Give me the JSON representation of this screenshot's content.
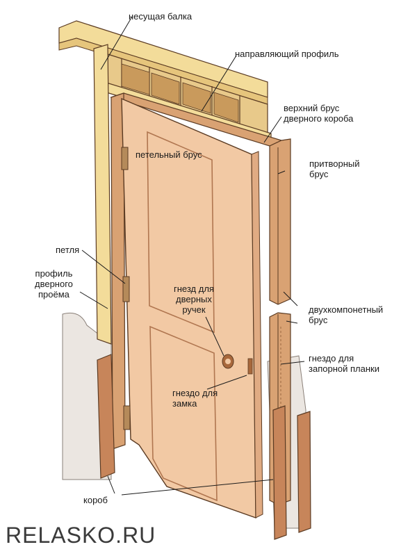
{
  "diagram": {
    "labels": {
      "beam": "несущая балка",
      "guide_profile": "направляющий профиль",
      "top_bar": "верхний брус\nдверного короба",
      "hinge_bar": "петельный брус",
      "rebate_bar": "притворный\nбрус",
      "hinge": "петля",
      "opening_profile": "профиль\nдверного\nпроёма",
      "handle_socket": "гнезд для\nдверных\nручек",
      "two_part_bar": "двухкомпонетный\nбрус",
      "strike_socket": "гнездо для\nзапорной планки",
      "lock_socket": "гнездо для\nзамка",
      "frame": "короб"
    },
    "watermark": "RELASKO.RU"
  },
  "colors": {
    "wood_light": "#f3dc9a",
    "wood_frame": "#d9a273",
    "door": "#f2c9a4",
    "door_shadow": "#e0ab83",
    "wall": "#ebe6e1",
    "outline": "#5a3a22"
  }
}
